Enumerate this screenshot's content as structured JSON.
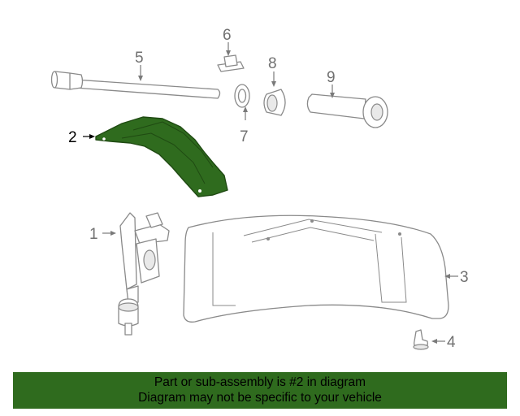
{
  "colors": {
    "highlight_part": "#2f6b1e",
    "banner_background": "#2f6b1e",
    "line_art": "#8a8a8a",
    "callout_text": "#707070"
  },
  "callouts": {
    "c1": "1",
    "c2": "2",
    "c3": "3",
    "c4": "4",
    "c5": "5",
    "c6": "6",
    "c7": "7",
    "c8": "8",
    "c9": "9"
  },
  "highlighted_callout": "2",
  "banner": {
    "line1": "Part or sub-assembly is #2 in diagram",
    "line2": "Diagram may not be specific to your vehicle"
  }
}
